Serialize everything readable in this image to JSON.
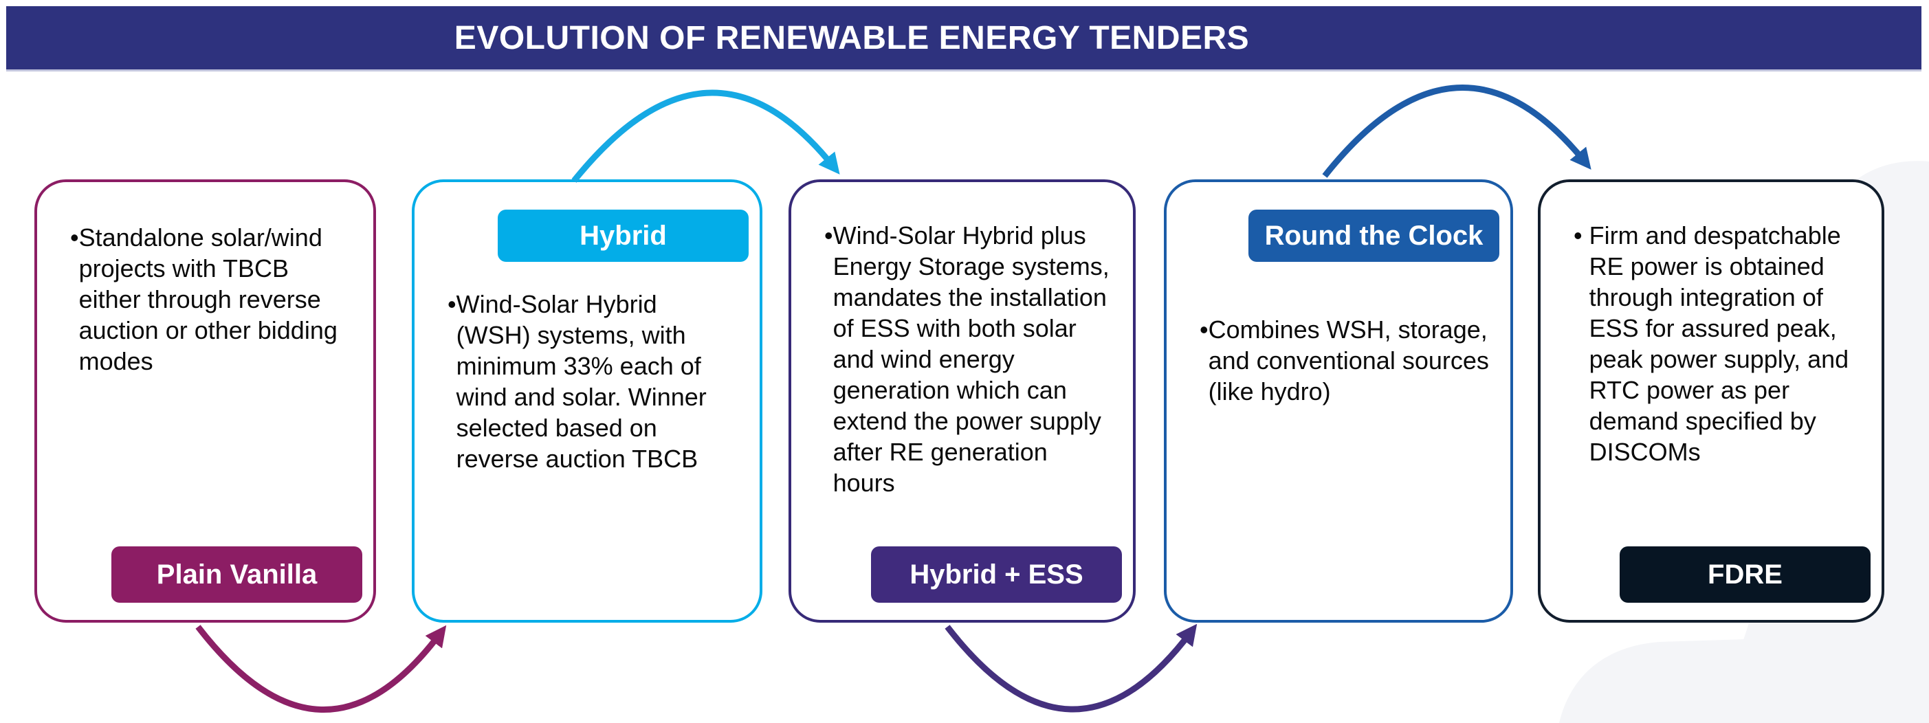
{
  "title": "EVOLUTION OF RENEWABLE ENERGY TENDERS",
  "bullet": "•",
  "colors": {
    "title_bar": "#2E327E",
    "plain_vanilla": "#8C1D64",
    "hybrid": "#03ADE8",
    "hybrid_ess_badge": "#402B7D",
    "hybrid_ess_border": "#372A78",
    "round_the_clock": "#1B5CA8",
    "fdre_badge": "#071523",
    "fdre_border": "#121E2D",
    "arrow_cyan": "#16A9E4",
    "arrow_blue": "#1E5CA8",
    "arrow_magenta": "#8C2066",
    "arrow_purple": "#44307E",
    "background_accent": "#F4F5F8",
    "body_text": "#0a0a0a"
  },
  "cards": [
    {
      "label": "Plain Vanilla",
      "label_position": "bottom",
      "body": "Standalone solar/wind projects with TBCB either through reverse auction or other bidding modes"
    },
    {
      "label": "Hybrid",
      "label_position": "top",
      "body": "Wind-Solar Hybrid (WSH) systems, with minimum 33% each of wind and solar. Winner selected based on reverse auction TBCB"
    },
    {
      "label": "Hybrid + ESS",
      "label_position": "bottom",
      "body": "Wind-Solar Hybrid plus Energy Storage systems, mandates the installation of ESS with both solar and wind energy generation which can extend the power supply after RE generation hours"
    },
    {
      "label": "Round the Clock",
      "label_position": "top",
      "body": "Combines WSH, storage, and conventional sources (like hydro)"
    },
    {
      "label": "FDRE",
      "label_position": "bottom",
      "body": "Firm and despatchable RE power is obtained through integration of ESS for assured peak, peak power supply, and RTC power as per demand specified by DISCOMs"
    }
  ]
}
